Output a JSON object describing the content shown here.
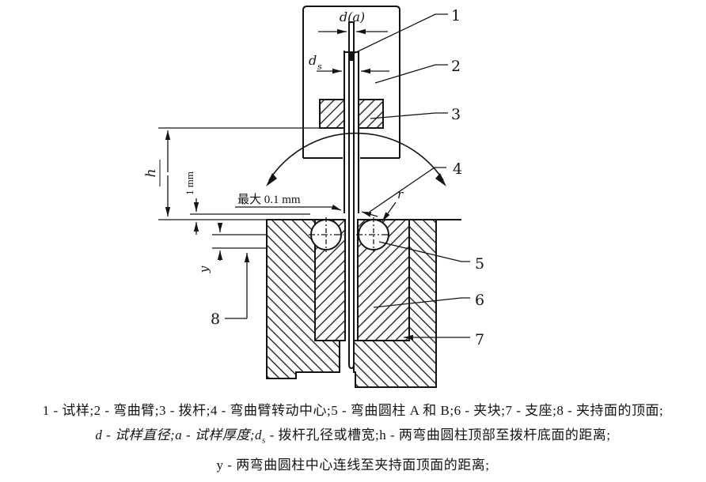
{
  "figure": {
    "callouts": {
      "c1": "1",
      "c2": "2",
      "c3": "3",
      "c4": "4",
      "c5": "5",
      "c6": "6",
      "c7": "7",
      "c8": "8"
    },
    "labels": {
      "d_a": "d(a)",
      "ds_main": "d",
      "ds_sub": "s",
      "max_gap": "最大 0.1 mm",
      "h": "h",
      "one_mm": "1 mm",
      "y": "y",
      "r": "r"
    }
  },
  "caption": {
    "line1": "1 - 试样;2 - 弯曲臂;3 - 拨杆;4 - 弯曲臂转动中心;5 - 弯曲圆柱 A 和 B;6 - 夹块;7 - 支座;8 - 夹持面的顶面;",
    "line2_pre": "d - 试样直径;a - 试样厚度;d",
    "line2_sub": "s",
    "line2_post": " - 拨杆孔径或槽宽;h - 两弯曲圆柱顶部至拨杆底面的距离;",
    "line3": "y - 两弯曲圆柱中心连线至夹持面顶面的距离;"
  },
  "colors": {
    "ink": "#141414",
    "paper": "#ffffff"
  }
}
